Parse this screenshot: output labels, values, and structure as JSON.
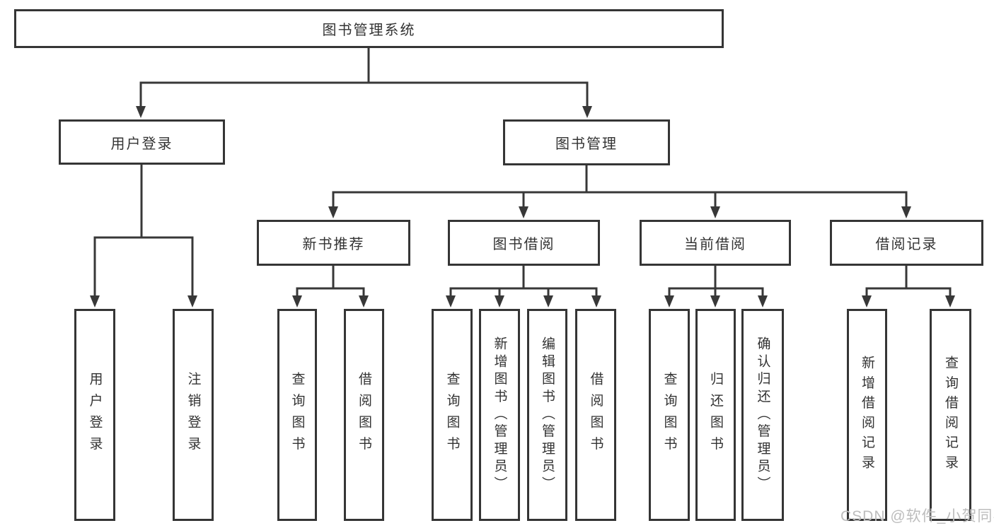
{
  "diagram": {
    "title": "图书管理系统",
    "type": "function-structure-tree",
    "colors": {
      "line": "#383838",
      "box_border": "#353535",
      "text": "#333333",
      "background": "#ffffff",
      "watermark": "#bdbdbd"
    },
    "tree": {
      "label": "图书管理系统",
      "children": [
        {
          "label": "用户登录",
          "children": [
            {
              "label": "用户登录"
            },
            {
              "label": "注销登录"
            }
          ]
        },
        {
          "label": "图书管理",
          "children": [
            {
              "label": "新书推荐",
              "children": [
                {
                  "label": "查询图书"
                },
                {
                  "label": "借阅图书"
                }
              ]
            },
            {
              "label": "图书借阅",
              "children": [
                {
                  "label": "查询图书"
                },
                {
                  "label": "新增图书（管理员）"
                },
                {
                  "label": "编辑图书（管理员）"
                },
                {
                  "label": "借阅图书"
                }
              ]
            },
            {
              "label": "当前借阅",
              "children": [
                {
                  "label": "查询图书"
                },
                {
                  "label": "归还图书"
                },
                {
                  "label": "确认归还（管理员）"
                }
              ]
            },
            {
              "label": "借阅记录",
              "children": [
                {
                  "label": "新增借阅记录"
                },
                {
                  "label": "查询借阅记录"
                }
              ]
            }
          ]
        }
      ]
    },
    "watermark": "CSDN @软件_小贺同学"
  }
}
